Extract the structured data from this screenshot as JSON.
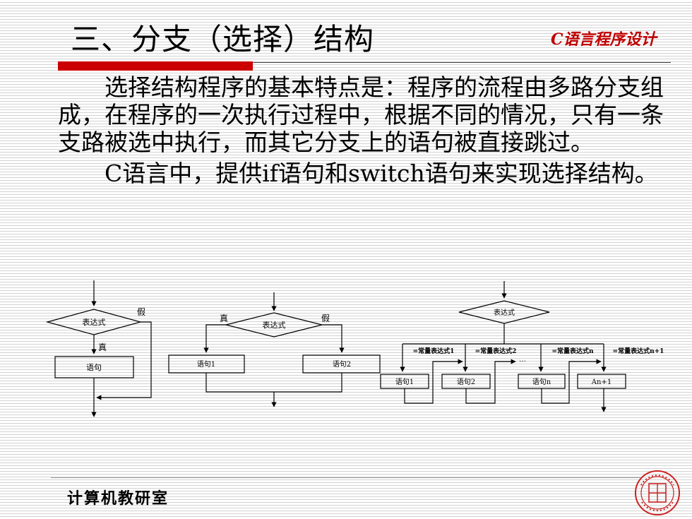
{
  "header": {
    "title": "三、分支（选择）结构",
    "course_logo": "C语言程序设计",
    "accent_color": "#cc0000"
  },
  "body": {
    "paragraphs": [
      "选择结构程序的基本特点是：程序的流程由多路分支组成，在程序的一次执行过程中，根据不同的情况，只有一条支路被选中执行，而其它分支上的语句被直接跳过。",
      "C语言中，提供if语句和switch语句来实现选择结构。"
    ]
  },
  "diagrams": {
    "if_single": {
      "expression": "表达式",
      "true_label": "真",
      "false_label": "假",
      "statement": "语句"
    },
    "if_else": {
      "expression": "表达式",
      "true_label": "真",
      "false_label": "假",
      "statement_1": "语句1",
      "statement_2": "语句2"
    },
    "switch": {
      "expression": "表达式",
      "case_1": "=常量表达式1",
      "case_2": "=常量表达式2",
      "ellipsis": "…",
      "case_n": "=常量表达式n",
      "case_n1": "=常量表达式n+1",
      "statement_1": "语句1",
      "statement_2": "语句2",
      "statement_n": "语句n",
      "statement_n1": "An+1"
    }
  },
  "footer": {
    "department": "计算机教研室"
  },
  "seal": {
    "color": "#cc2222"
  }
}
